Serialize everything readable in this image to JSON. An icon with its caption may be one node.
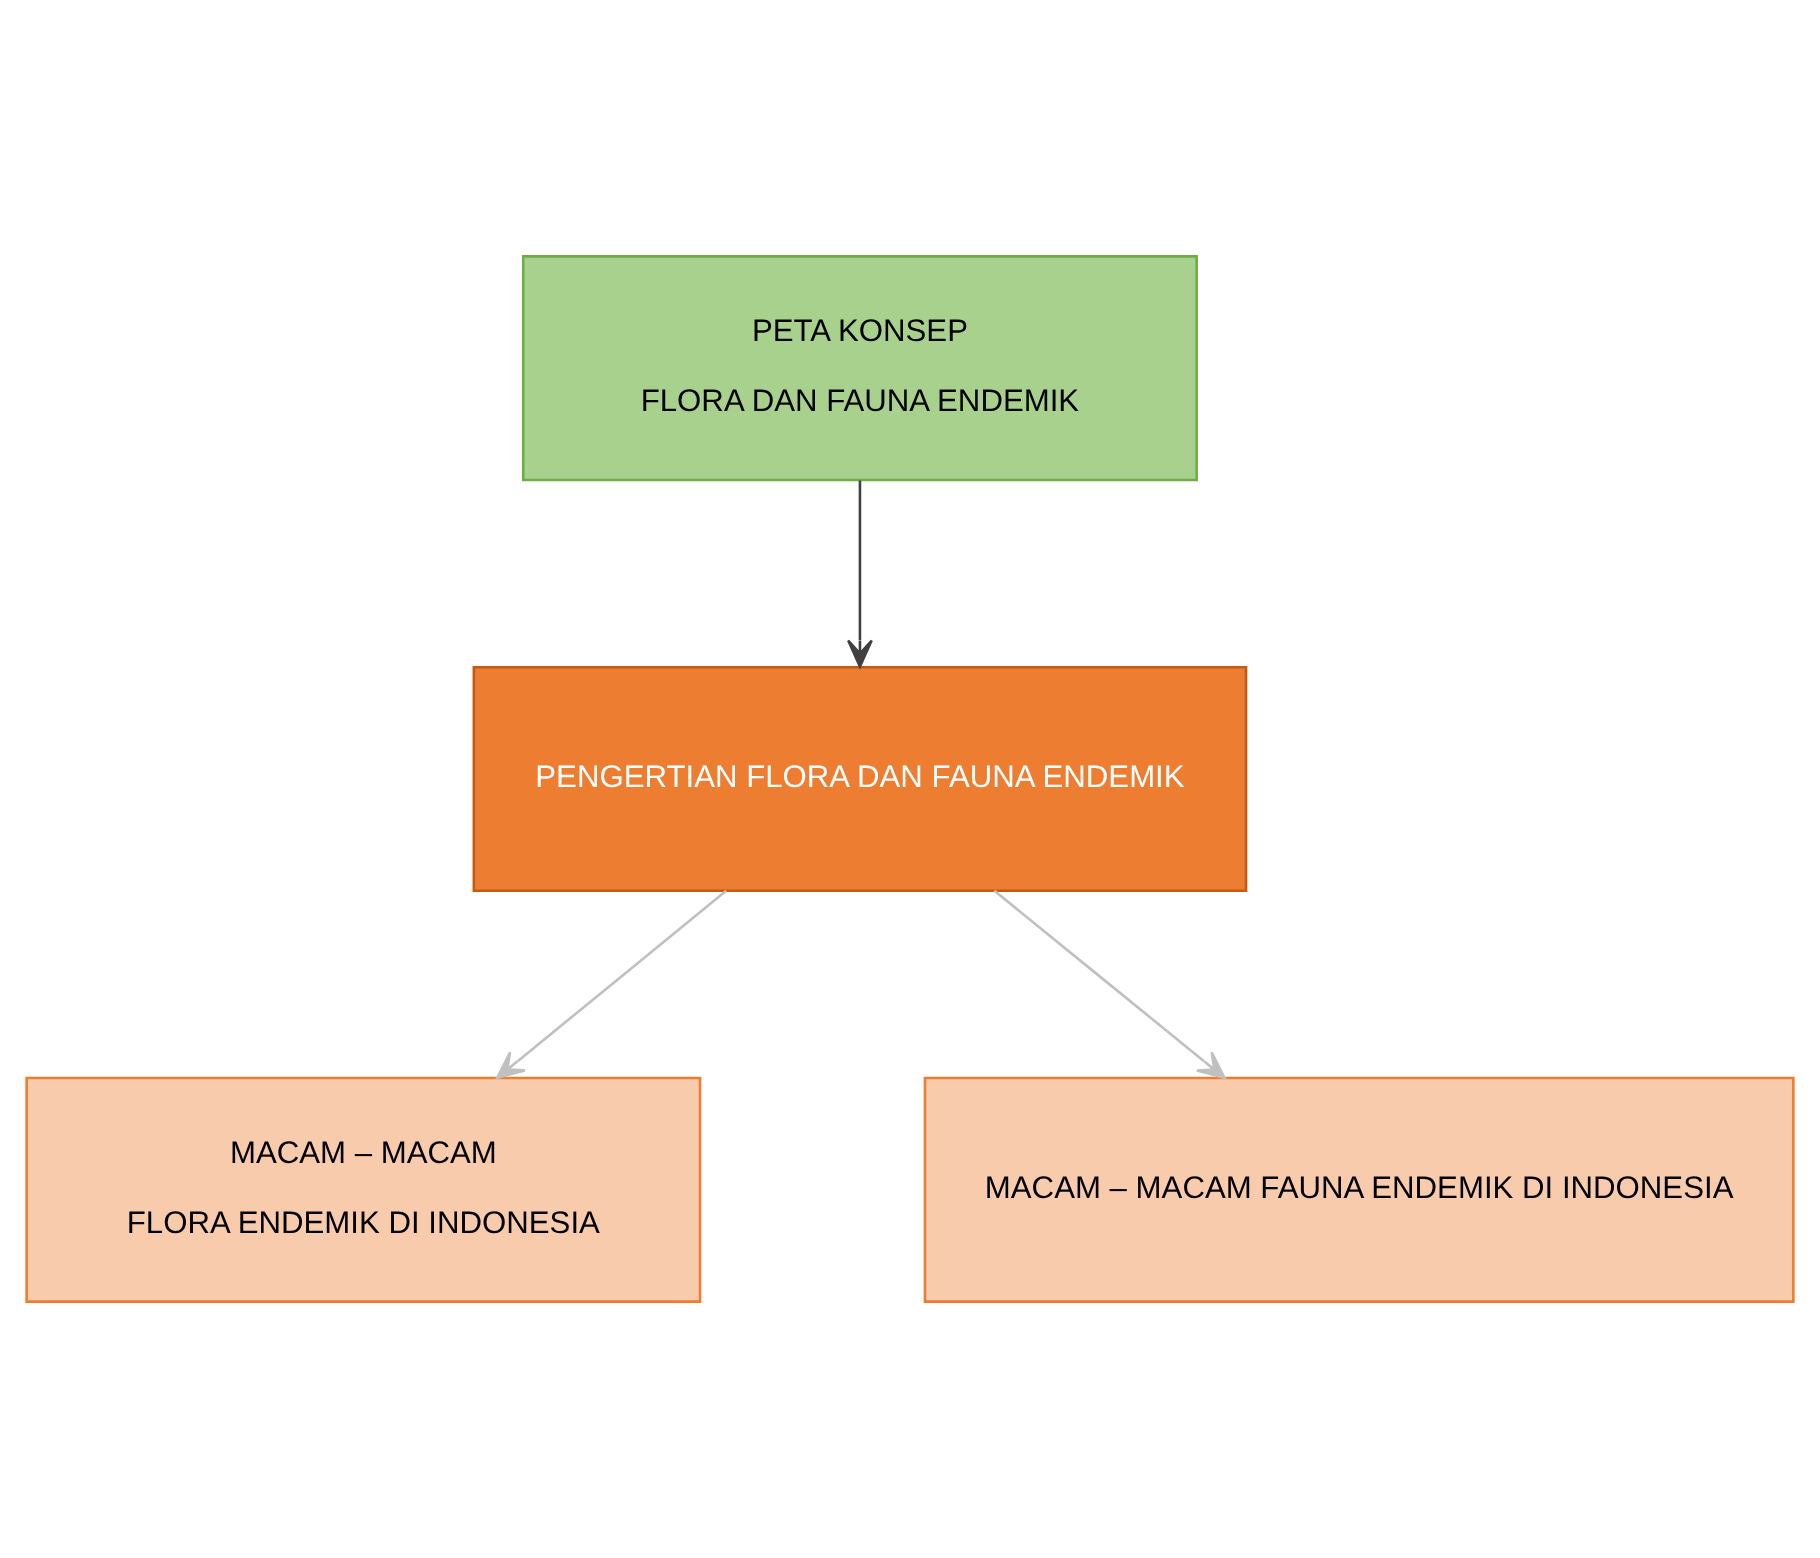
{
  "diagram": {
    "nodes": [
      {
        "text": [
          "PETA KONSEP",
          "FLORA DAN FAUNA ENDEMIK"
        ]
      },
      {
        "text": [
          "PENGERTIAN FLORA DAN FAUNA ENDEMIK"
        ]
      },
      {
        "text": [
          "MACAM – MACAM",
          "FLORA ENDEMIK DI INDONESIA"
        ]
      },
      {
        "text": [
          "MACAM – MACAM FAUNA ENDEMIK DI INDONESIA"
        ]
      }
    ],
    "edges": [
      {
        "from": 0,
        "to": 1,
        "arrow": "to",
        "color": "#404040"
      },
      {
        "from": 1,
        "to": 2,
        "arrow": "to"
      },
      {
        "from": 1,
        "to": 3,
        "arrow": "to"
      }
    ]
  }
}
